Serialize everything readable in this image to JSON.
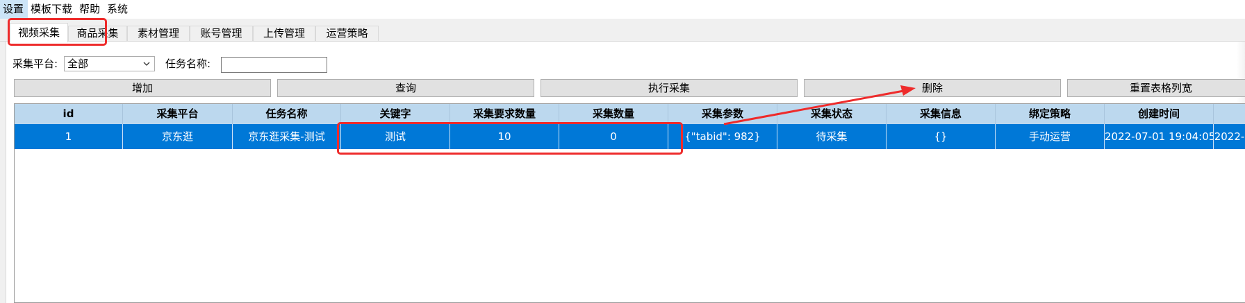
{
  "menubar": {
    "items": [
      "设置",
      "模板下载",
      "帮助",
      "系统"
    ]
  },
  "tabs": [
    "视频采集",
    "商品采集",
    "素材管理",
    "账号管理",
    "上传管理",
    "运营策略"
  ],
  "filters": {
    "platform_label": "采集平台:",
    "platform_value": "全部",
    "task_name_label": "任务名称:",
    "task_name_value": ""
  },
  "buttons": {
    "add": "增加",
    "query": "查询",
    "execute": "执行采集",
    "delete": "删除",
    "reset": "重置表格列宽"
  },
  "table": {
    "columns": [
      "id",
      "采集平台",
      "任务名称",
      "关键字",
      "采集要求数量",
      "采集数量",
      "采集参数",
      "采集状态",
      "采集信息",
      "绑定策略",
      "创建时间",
      ""
    ],
    "rows": [
      [
        "1",
        "京东逛",
        "京东逛采集-测试",
        "测试",
        "10",
        "0",
        "{\"tabid\": 982}",
        "待采集",
        "{}",
        "手动运营",
        "2022-07-01 19:04:05",
        "2022-"
      ]
    ]
  },
  "colors": {
    "annotation": "#ee2b2b",
    "selected_row": "#0078d7",
    "header": "#bcd8ee"
  }
}
